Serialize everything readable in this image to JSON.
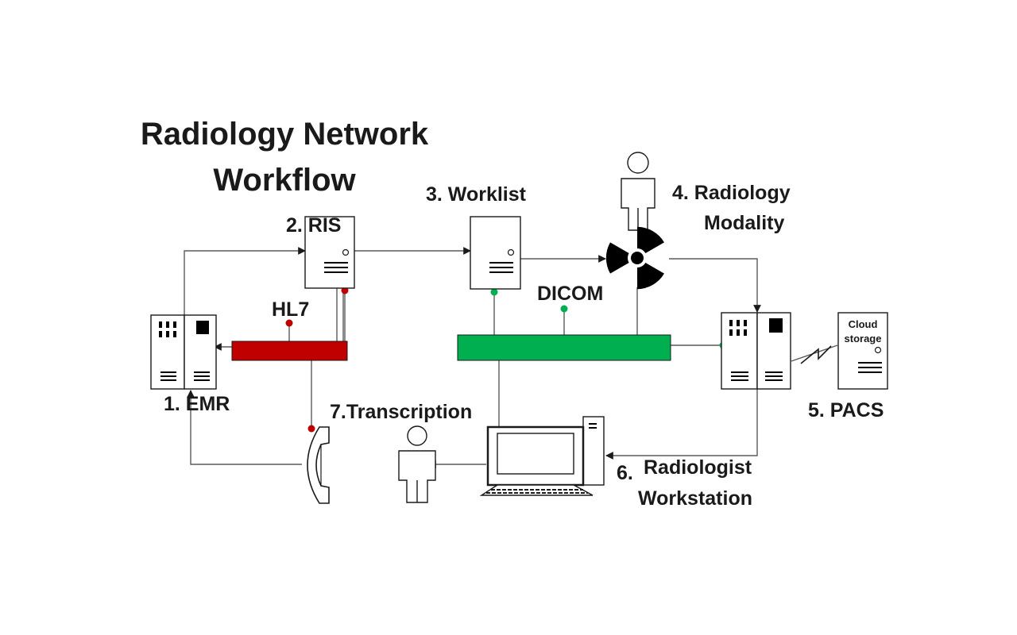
{
  "title": {
    "line1": "Radiology Network",
    "line2": "Workflow"
  },
  "nodes": {
    "emr": {
      "label": "1. EMR"
    },
    "ris": {
      "label": "2. RIS"
    },
    "worklist": {
      "label": "3. Worklist"
    },
    "modality": {
      "line1": "4. Radiology",
      "line2": "Modality"
    },
    "pacs": {
      "label": "5. PACS"
    },
    "cloud": {
      "line1": "Cloud",
      "line2": "storage"
    },
    "workstation": {
      "num": "6.",
      "line1": "Radiologist",
      "line2": "Workstation"
    },
    "transcription": {
      "label": "7.Transcription"
    }
  },
  "networks": {
    "hl7": {
      "label": "HL7",
      "color": "#c00000"
    },
    "dicom": {
      "label": "DICOM",
      "color": "#00b050"
    }
  },
  "colors": {
    "hl7_dot": "#c00000",
    "dicom_dot": "#00b050",
    "line": "#5a5a5a",
    "ink": "#1a1a1a"
  },
  "icons": [
    "server-icon",
    "person-icon",
    "radiation-icon",
    "computer-icon",
    "telephone-icon",
    "wireless-link-icon"
  ]
}
